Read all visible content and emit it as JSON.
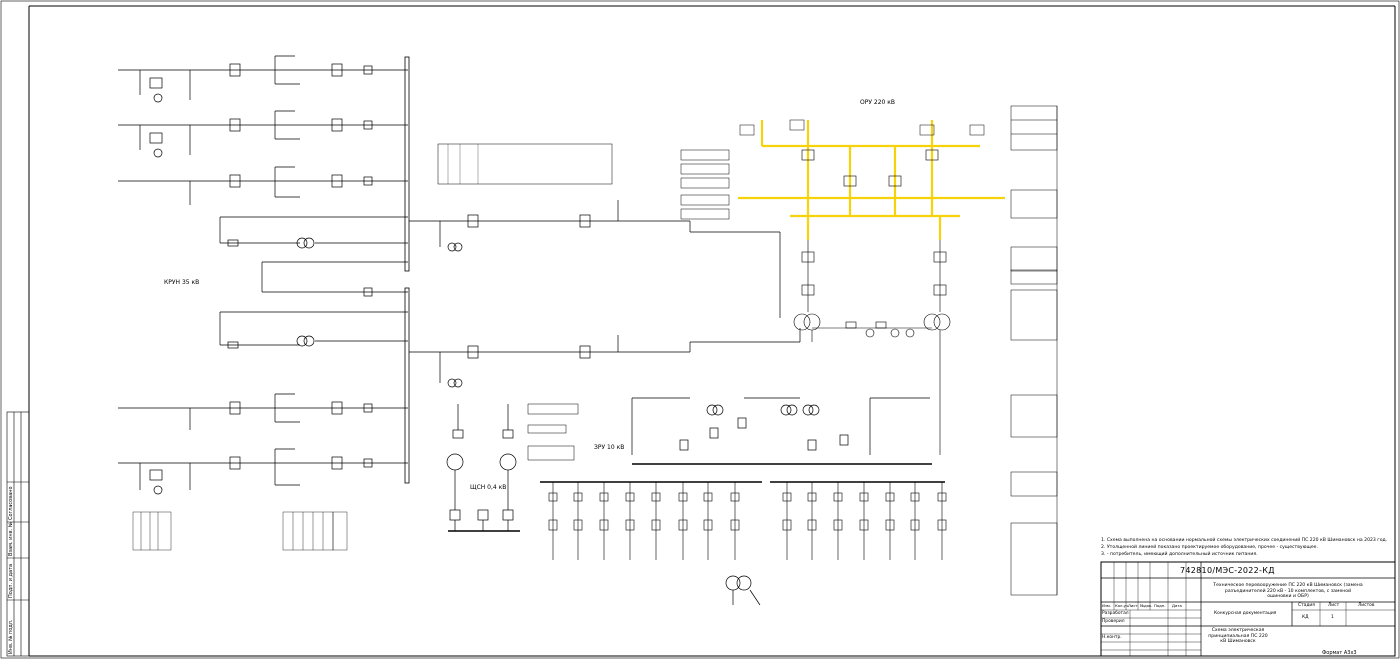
{
  "sheet": {
    "doc_code": "742810/МЭС-2022-КД",
    "project_title": "Техническое перевооружение ПС 220 кВ Шимановск (замена разъединителей 220 кВ - 10 комплектов, с заменой ошиновки и ОБР)",
    "doc_type": "Конкурсная документация",
    "sheet_title": "Схема электрическая принципиальная ПС 220 кВ Шимановск",
    "format": "Формат А3х3",
    "columns": {
      "stage": "Стадия",
      "sheet": "Лист",
      "sheets": "Листов",
      "stage_value": "КД",
      "sheet_value": "1"
    },
    "revision_headers": [
      "Изм.",
      "Кол.уч.",
      "Лист",
      "№док.",
      "Подп.",
      "Дата"
    ],
    "roles": [
      "Разработал",
      "Проверил",
      "",
      "",
      "Н.контр."
    ],
    "stamp_labels": [
      "Согласовано",
      "Взам. инв. №",
      "Подп. и дата",
      "Инв. № подл."
    ]
  },
  "notes": [
    "1. Схема выполнена на основании нормальной схемы электрических соединений ПС 220 кВ Шимановск на 2023 год.",
    "2. Утолщенной линией показано проектируемое оборудование, прочее - существующее.",
    "3.        - потребитель, имеющий дополнительный источник питания."
  ],
  "diagram": {
    "labels": {
      "oru220": "ОРУ 220 кВ",
      "kru35": "КРУН 35 кВ",
      "zru10": "ЗРУ 10 кВ",
      "shch04": "ЩСН 0,4 кВ"
    },
    "colors": {
      "line": "#000000",
      "highlight": "#f5d20a",
      "paper": "#ffffff"
    }
  }
}
